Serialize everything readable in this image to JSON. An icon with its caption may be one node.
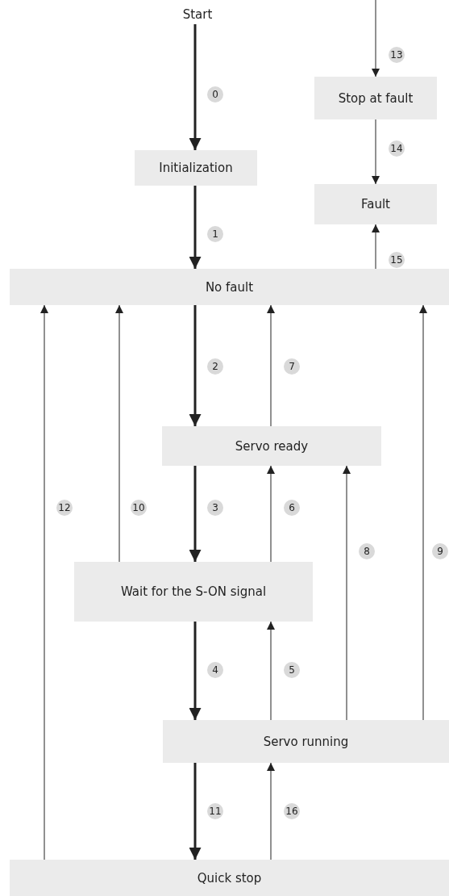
{
  "diagram": {
    "nodes": [
      {
        "text": [
          "Start"
        ]
      },
      {
        "text": [
          "Initialization"
        ]
      },
      {
        "text": [
          "Stop at fault"
        ]
      },
      {
        "text": [
          "Fault"
        ]
      },
      {
        "text": [
          "No fault"
        ]
      },
      {
        "text": [
          "Servo ready"
        ]
      },
      {
        "text": [
          "Wait for the S-ON signal"
        ]
      },
      {
        "text": [
          "Servo running"
        ]
      },
      {
        "text": [
          "Quick stop"
        ]
      }
    ],
    "edges": [
      {
        "from": 0,
        "to": 1,
        "arrow": "to",
        "label": "0",
        "style": "thick"
      },
      {
        "from": 1,
        "to": 4,
        "arrow": "to",
        "label": "1",
        "style": "thick"
      },
      {
        "from": 4,
        "to": 5,
        "arrow": "to",
        "label": "2",
        "style": "thick"
      },
      {
        "from": 5,
        "to": 6,
        "arrow": "to",
        "label": "3",
        "style": "thick"
      },
      {
        "from": 6,
        "to": 7,
        "arrow": "to",
        "label": "4",
        "style": "thick"
      },
      {
        "from": 7,
        "to": 6,
        "arrow": "to",
        "label": "5"
      },
      {
        "from": 6,
        "to": 5,
        "arrow": "to",
        "label": "6"
      },
      {
        "from": 5,
        "to": 4,
        "arrow": "to",
        "label": "7"
      },
      {
        "from": 7,
        "to": 5,
        "arrow": "to",
        "label": "8"
      },
      {
        "from": 7,
        "to": 4,
        "arrow": "to",
        "label": "9"
      },
      {
        "from": 6,
        "to": 4,
        "arrow": "to",
        "label": "10"
      },
      {
        "from": 7,
        "to": 8,
        "arrow": "to",
        "label": "11",
        "style": "thick"
      },
      {
        "from": 8,
        "to": 4,
        "arrow": "to",
        "label": "12"
      },
      {
        "from": null,
        "to": 2,
        "arrow": "to",
        "label": "13"
      },
      {
        "from": 2,
        "to": 3,
        "arrow": "to",
        "label": "14"
      },
      {
        "from": 4,
        "to": 3,
        "arrow": "to",
        "label": "15"
      },
      {
        "from": 8,
        "to": 7,
        "arrow": "to",
        "label": "16"
      }
    ]
  }
}
